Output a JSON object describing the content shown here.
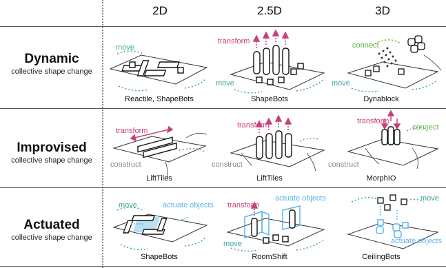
{
  "columns": [
    "2D",
    "2.5D",
    "3D"
  ],
  "rows": [
    {
      "title": "Dynamic",
      "subtitle": "collective shape change",
      "cells": [
        {
          "caption": "Reactile, ShapeBots",
          "labels": {
            "move": "move"
          }
        },
        {
          "caption": "ShapeBots",
          "labels": {
            "transform": "transform",
            "move": "move"
          }
        },
        {
          "caption": "Dynablock",
          "labels": {
            "connect": "connect",
            "move": "move"
          }
        }
      ]
    },
    {
      "title": "Improvised",
      "subtitle": "collective shape change",
      "cells": [
        {
          "caption": "LiftTiles",
          "labels": {
            "transform": "transform",
            "construct": "construct"
          }
        },
        {
          "caption": "LiftTiles",
          "labels": {
            "transform": "transform",
            "construct": "construct"
          }
        },
        {
          "caption": "MorphIO",
          "labels": {
            "transform": "transform",
            "connect": "connect",
            "construct": "construct"
          }
        }
      ]
    },
    {
      "title": "Actuated",
      "subtitle": "collective shape change",
      "cells": [
        {
          "caption": "ShapeBots",
          "labels": {
            "move": "move",
            "actuate": "actuate objects"
          }
        },
        {
          "caption": "RoomShift",
          "labels": {
            "transform": "transform",
            "actuate": "actuate objects",
            "move": "move"
          }
        },
        {
          "caption": "CeilingBots",
          "labels": {
            "move": "move",
            "actuate": "actuate objects"
          }
        }
      ]
    }
  ],
  "colors": {
    "transform": "#c8407a",
    "move": "#3aa89a",
    "connect": "#5bb443",
    "actuate": "#5cb5e8",
    "construct": "#888888"
  }
}
